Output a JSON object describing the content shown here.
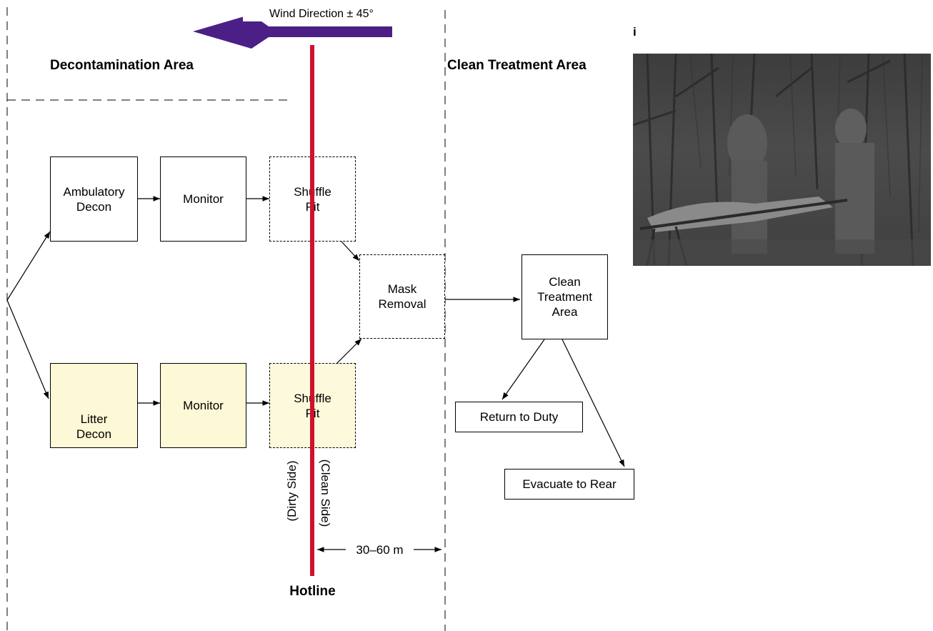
{
  "wind_direction": "Wind Direction ± 45°",
  "areas": {
    "decon": "Decontamination Area",
    "clean": "Clean Treatment Area",
    "photo_label": "i"
  },
  "boxes": {
    "ambulatory_decon": "Ambulatory\nDecon",
    "monitor_top": "Monitor",
    "shuffle_pit_top": "Shuffle\nPit",
    "mask_removal": "Mask\nRemoval",
    "litter_decon": "Litter\nDecon",
    "monitor_bottom": "Monitor",
    "shuffle_pit_bottom": "Shuffle\nPit",
    "clean_treatment_area": "Clean\nTreatment\nArea",
    "return_to_duty": "Return to Duty",
    "evacuate_to_rear": "Evacuate to Rear"
  },
  "hotline": {
    "label": "Hotline",
    "dirty_side": "(Dirty Side)",
    "clean_side": "(Clean Side)",
    "distance": "30–60 m"
  },
  "colors": {
    "wind_arrow": "#4b1f86",
    "hotline": "#d0112b",
    "highlight_fill": "#fdf8d6"
  }
}
